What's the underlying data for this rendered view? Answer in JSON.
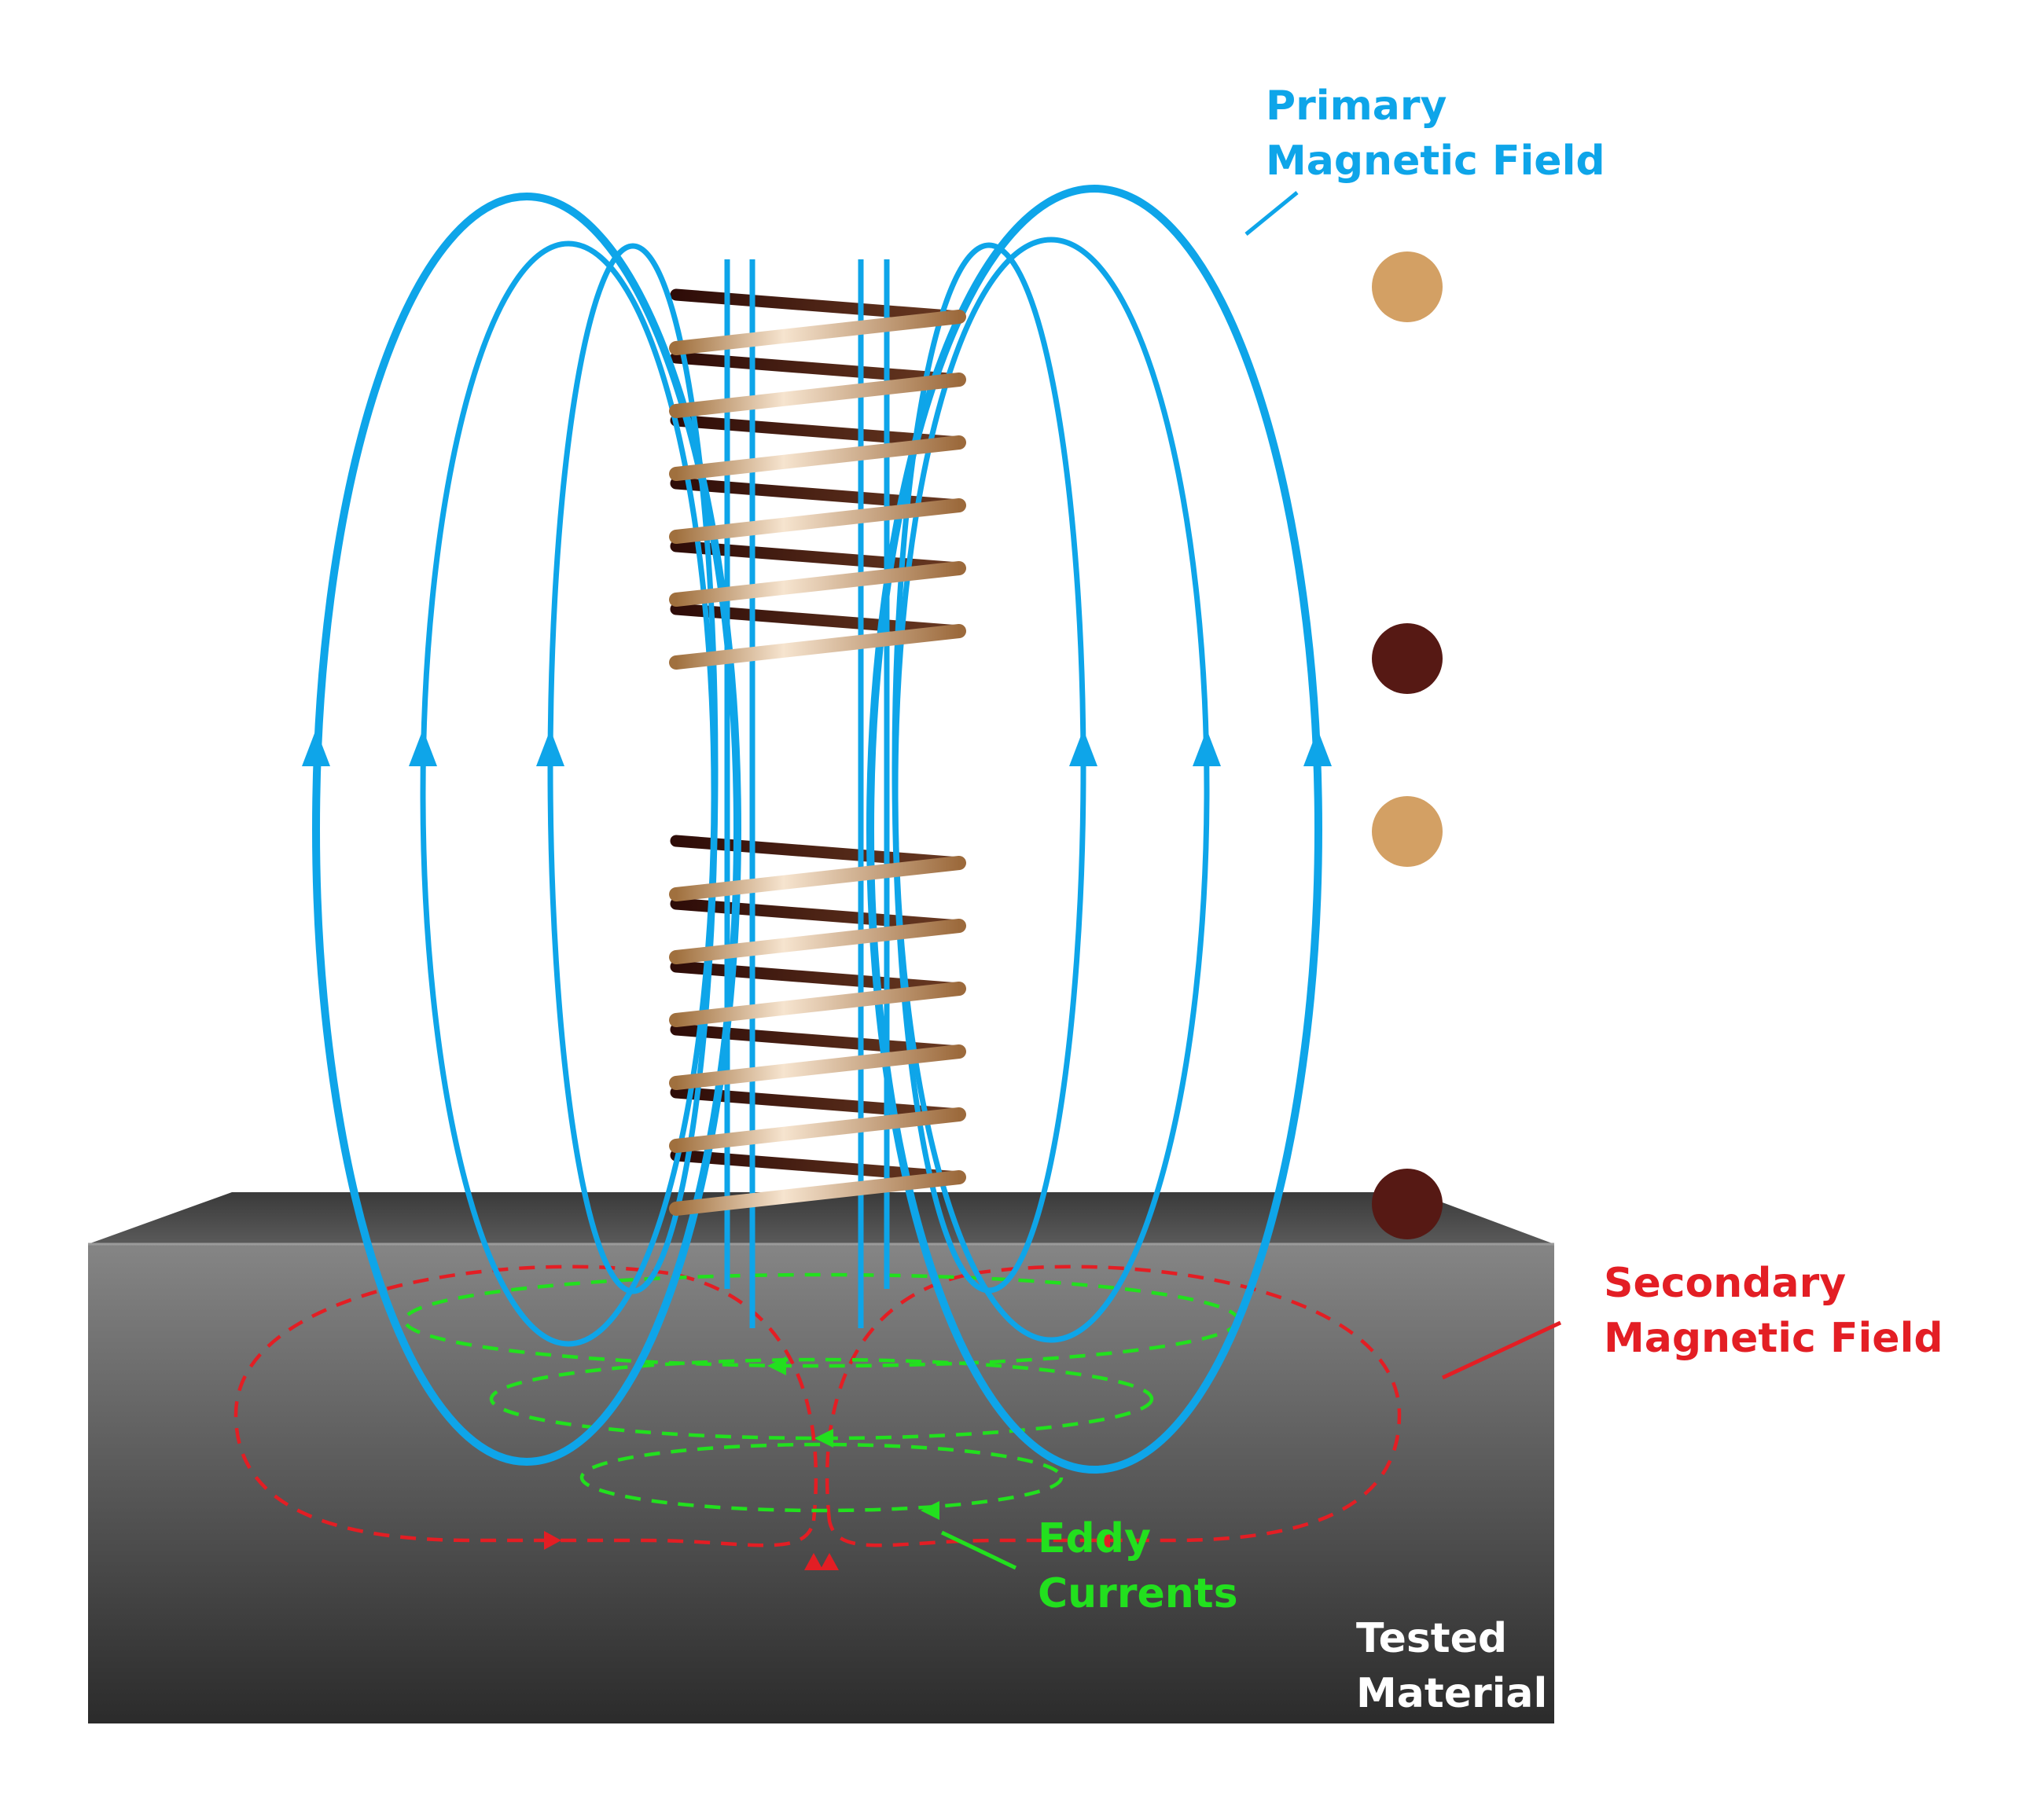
{
  "labels": {
    "primary_line1": "Primary",
    "primary_line2": "Magnetic Field",
    "secondary_line1": "Secondary",
    "secondary_line2": "Magnetic Field",
    "eddy_line1": "Eddy",
    "eddy_line2": "Currents",
    "material_line1": "Tested",
    "material_line2": "Material"
  },
  "colors": {
    "primary_field": "#0ea5e9",
    "secondary_field": "#e31e24",
    "eddy_currents": "#22e01e",
    "material_label": "#ffffff",
    "wire_light": "#d3a064",
    "wire_dark": "#561914"
  }
}
